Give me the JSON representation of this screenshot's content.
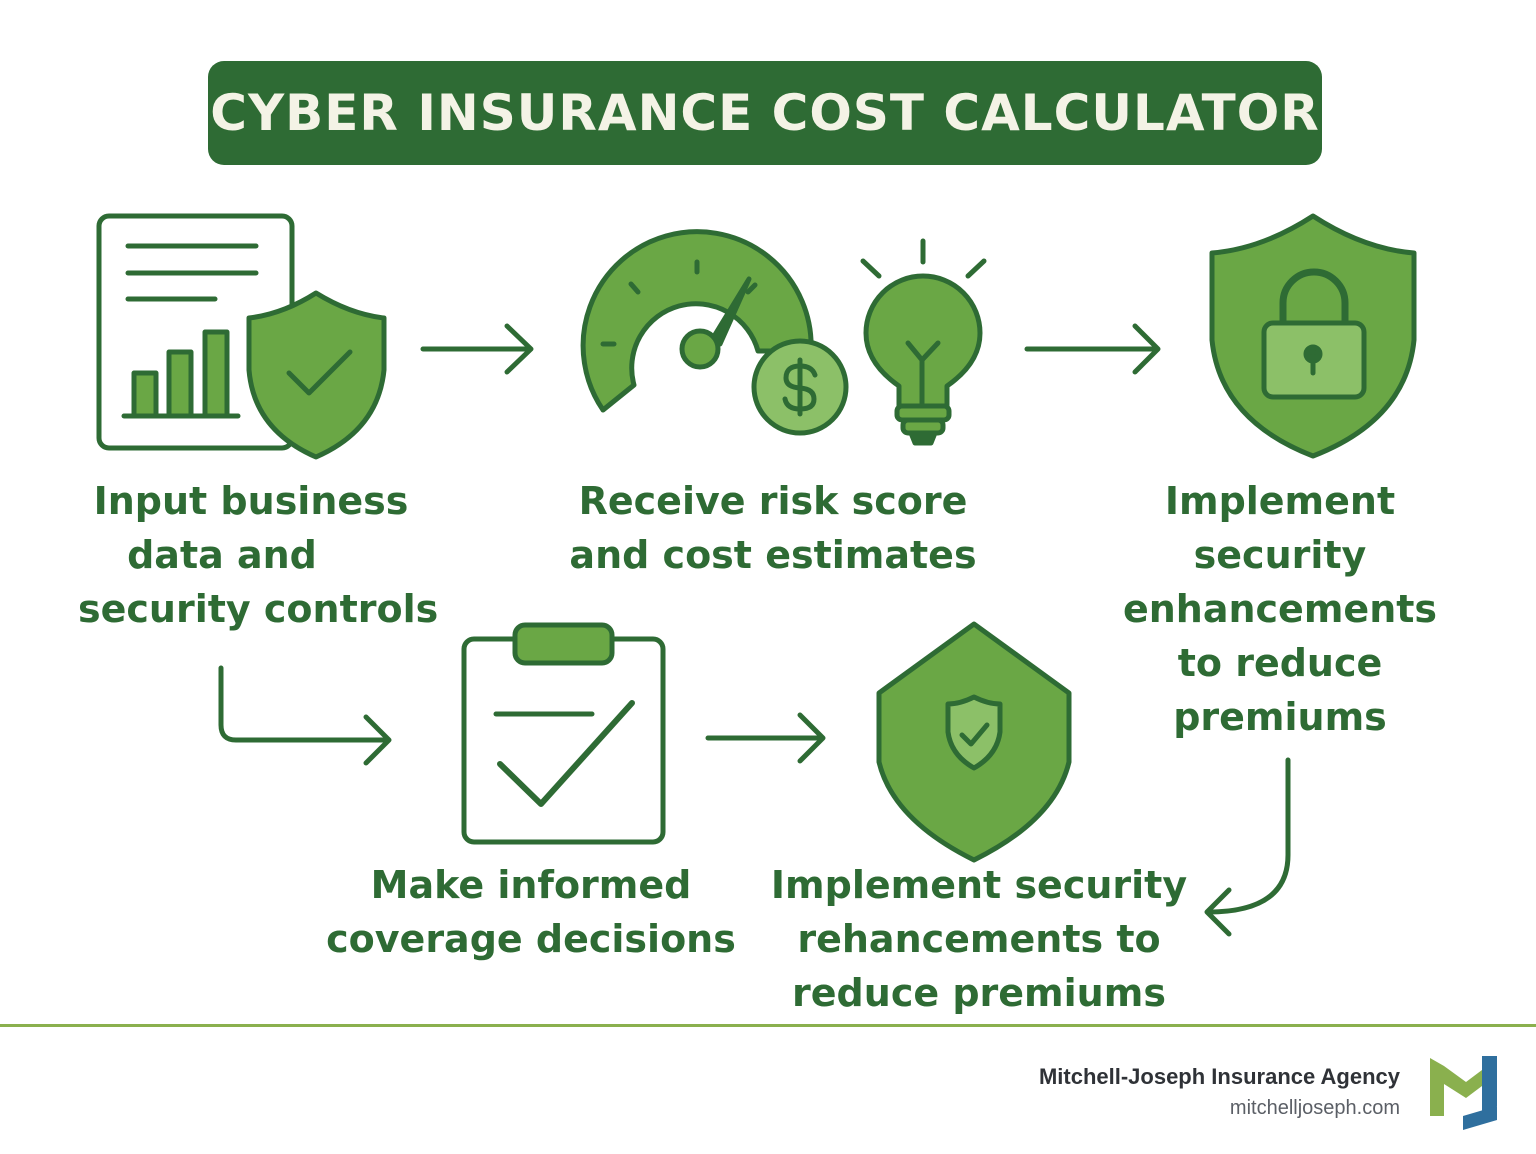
{
  "title": "CYBER INSURANCE COST CALCULATOR",
  "steps": [
    {
      "lines": [
        "Input business",
        "data and",
        "security controls"
      ],
      "icon": "document-chart-shield-icon"
    },
    {
      "lines": [
        "Receive risk score",
        "and cost estimates"
      ],
      "icon": "gauge-dollar-lightbulb-icon"
    },
    {
      "lines": [
        "Implement",
        "security",
        "enhancements",
        "to reduce",
        "premiums"
      ],
      "icon": "shield-lock-icon"
    },
    {
      "lines": [
        "Make informed",
        "coverage decisions"
      ],
      "icon": "clipboard-check-icon"
    },
    {
      "lines": [
        "Implement security",
        "rehancements to",
        "reduce premiums"
      ],
      "icon": "shield-check-icon"
    }
  ],
  "footer": {
    "agency": "Mitchell-Joseph Insurance Agency",
    "url": "mitchelljoseph.com",
    "logo": "mj-monogram-logo"
  },
  "colors": {
    "dark_green": "#2e6b34",
    "mid_green": "#6aa745",
    "light_green": "#8cc068",
    "cream": "#f4f3e6",
    "logo_green": "#8ab04e",
    "logo_blue": "#2f6f9e"
  }
}
